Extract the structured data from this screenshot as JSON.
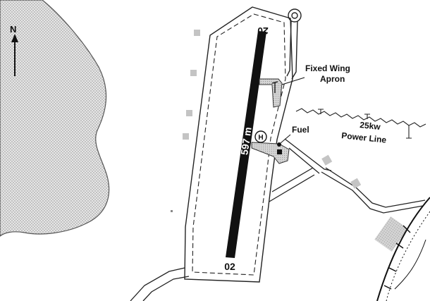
{
  "north_label": "N",
  "runway": {
    "length_label": "597 m",
    "end_north": "20",
    "end_south": "02"
  },
  "labels": {
    "apron_line1": "Fixed Wing",
    "apron_line2": "Apron",
    "fuel": "Fuel",
    "power_kw": "25kw",
    "power_line": "Power Line",
    "helipad": "H"
  },
  "colors": {
    "runway": "#111111",
    "water_stipple": "#9a9a9a",
    "building": "#bdbdbd",
    "line": "#333333"
  }
}
